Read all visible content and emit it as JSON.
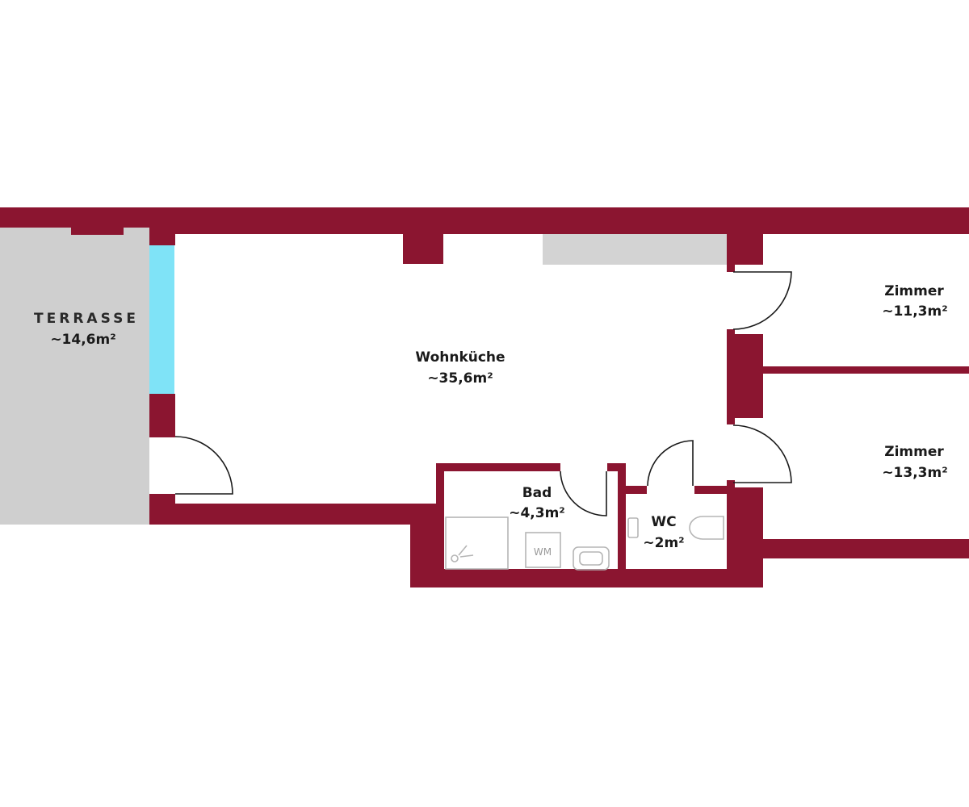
{
  "colors": {
    "wall": "#8b1530",
    "terrace_fill": "#cfcfcf",
    "window_glass": "#7fe3f7",
    "kitchen_counter": "#d3d3d3",
    "fixture_stroke": "#b5b5b5"
  },
  "rooms": {
    "terrasse": {
      "name": "TERRASSE",
      "area": "~14,6m²"
    },
    "wohnkueche": {
      "name": "Wohnküche",
      "area": "~35,6m²"
    },
    "zimmer1": {
      "name": "Zimmer",
      "area": "~11,3m²"
    },
    "zimmer2": {
      "name": "Zimmer",
      "area": "~13,3m²"
    },
    "bad": {
      "name": "Bad",
      "area": "~4,3m²"
    },
    "wc": {
      "name": "WC",
      "area": "~2m²"
    }
  },
  "fixtures": {
    "washing_machine": {
      "label": "WM",
      "icon": "washing-machine-icon"
    },
    "shower": {
      "icon": "shower-icon"
    },
    "sink": {
      "icon": "sink-icon"
    },
    "toilet": {
      "icon": "toilet-icon"
    }
  }
}
